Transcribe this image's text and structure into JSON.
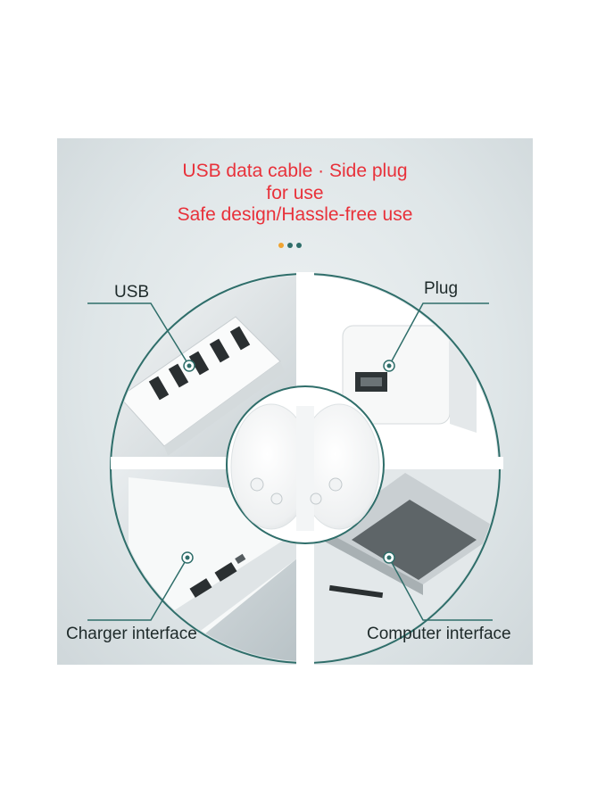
{
  "headline": {
    "line1": "USB data cable · Side plug",
    "line2": "for use",
    "line3": "Safe design/Hassle-free use"
  },
  "labels": {
    "usb": "USB",
    "plug": "Plug",
    "charger": "Charger interface",
    "computer": "Computer interface"
  },
  "colors": {
    "headline": "#e8313a",
    "accent_teal": "#2f6e6a",
    "dot_orange": "#f0a330",
    "dot_teal": "#2f6e6a"
  }
}
